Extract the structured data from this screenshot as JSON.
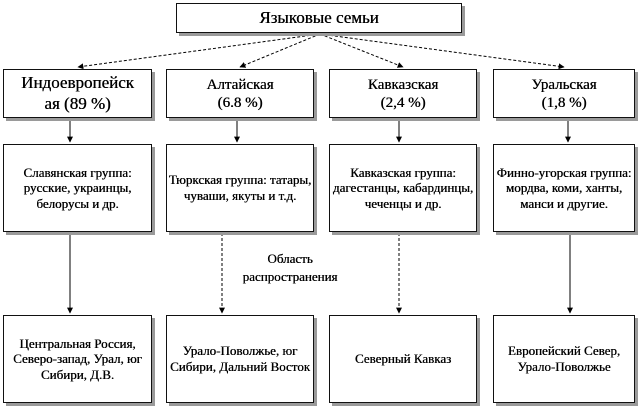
{
  "root": {
    "label": "Языковые семьи"
  },
  "families": [
    {
      "name": "Индоевропейск",
      "share": "ая (89 %)"
    },
    {
      "name": "Алтайская",
      "share": "(6.8 %)"
    },
    {
      "name": "Кавказская",
      "share": "(2,4 %)"
    },
    {
      "name": "Уральская",
      "share": "(1,8 %)"
    }
  ],
  "groups": [
    "Славянская группа: русские, украинцы, белорусы и др.",
    "Тюркская группа: татары, чуваши, якуты и т.д.",
    "Кавказская группа: дагестанцы, кабардинцы, чеченцы и др.",
    "Финно-угорская группа: мордва, коми, ханты, манси и другие."
  ],
  "area_label": "Область распространения",
  "regions": [
    "Центральная Россия, Северо-запад, Урал, юг Сибири, Д.В.",
    "Урало-Поволжье, юг Сибири, Дальний Восток",
    "Северный Кавказ",
    "Европейский Север, Урало-Поволжье"
  ]
}
